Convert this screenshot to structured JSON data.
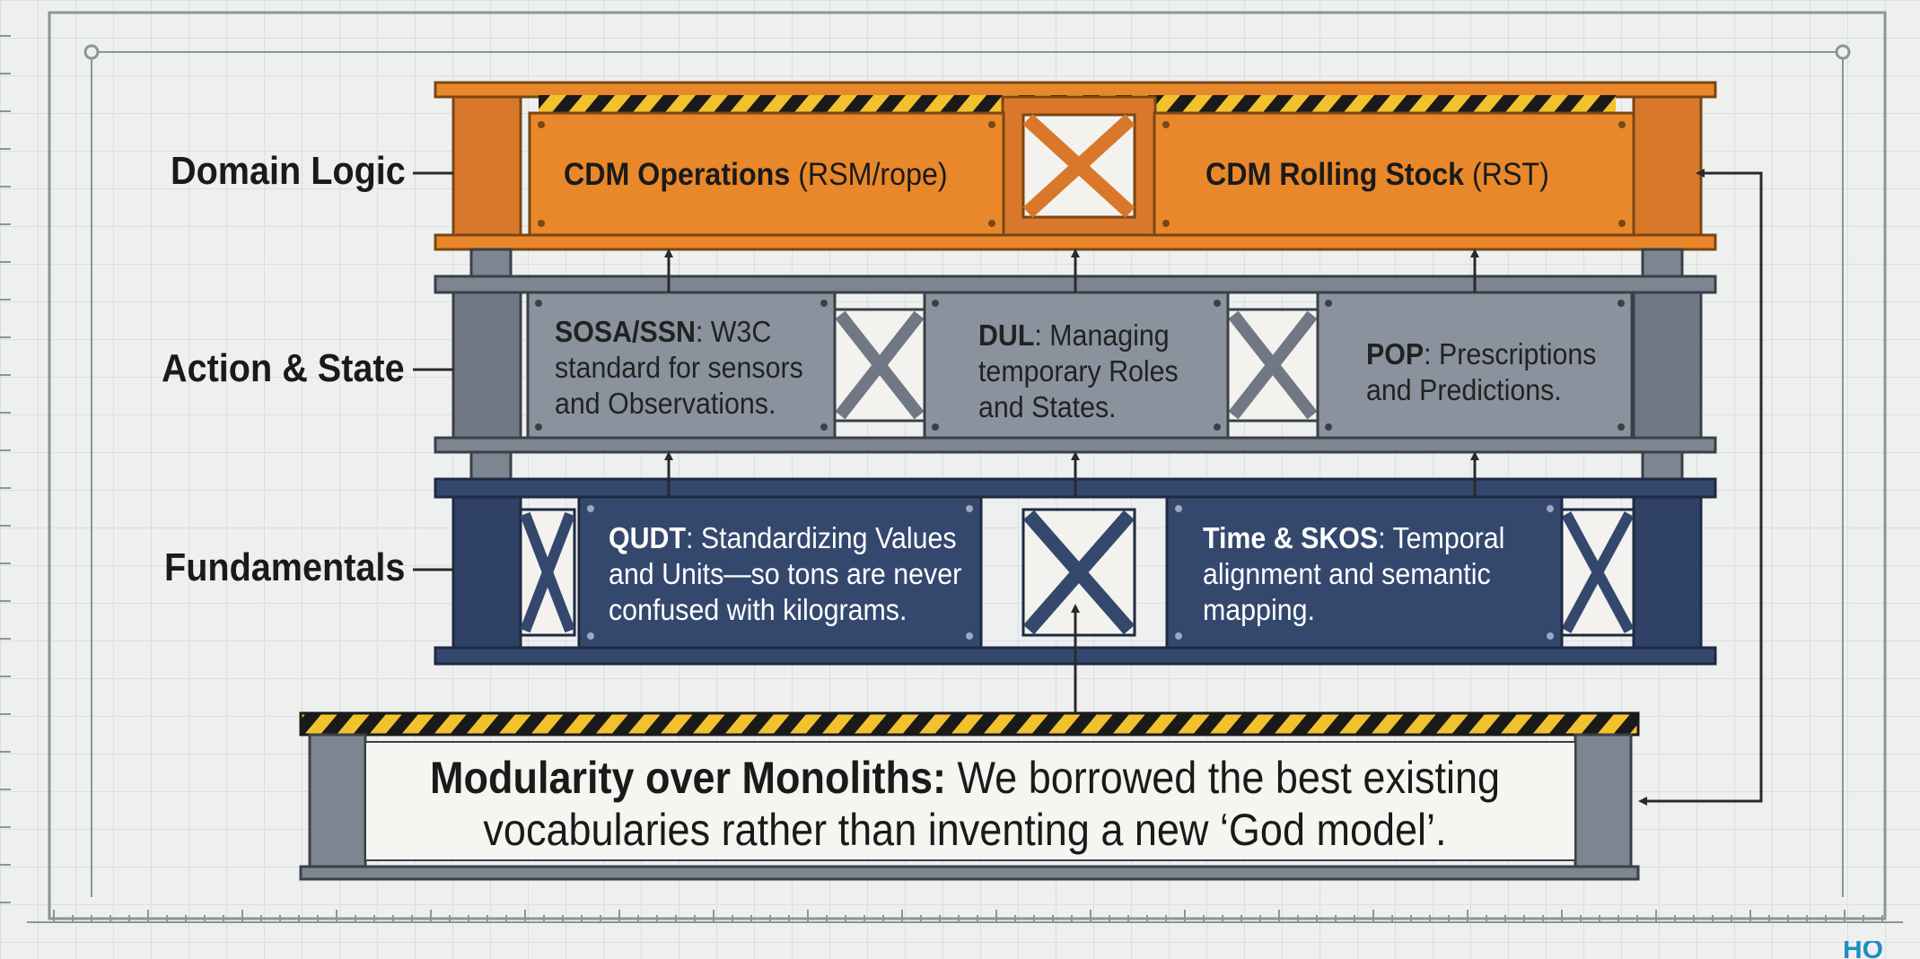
{
  "layers": {
    "domain": {
      "label": "Domain Logic",
      "panels": [
        {
          "name": "CDM Operations",
          "detail": " (RSM/rope)"
        },
        {
          "name": "CDM Rolling Stock",
          "detail": " (RST)"
        }
      ]
    },
    "action": {
      "label": "Action & State",
      "panels": [
        {
          "term": "SOSA/SSN",
          "line1": ": W3C",
          "line2": "standard for sensors",
          "line3": "and Observations."
        },
        {
          "term": "DUL",
          "line1": ": Managing",
          "line2": "temporary Roles",
          "line3": "and States."
        },
        {
          "term": "POP",
          "line1": ": Prescriptions",
          "line2": "and Predictions."
        }
      ]
    },
    "fundamentals": {
      "label": "Fundamentals",
      "panels": [
        {
          "term": "QUDT",
          "line1": ": Standardizing Values",
          "line2": "and Units—so tons are never",
          "line3": "confused with kilograms."
        },
        {
          "term": "Time & SKOS",
          "line1": ": Temporal",
          "line2": "alignment and semantic",
          "line3": "mapping."
        }
      ]
    }
  },
  "foundation": {
    "bold": "Modularity over Monoliths:",
    "line1": " We borrowed the best existing",
    "line2": "vocabularies rather than inventing a new ‘God model’."
  },
  "corner_logo": "HO",
  "colors": {
    "orange": "#e8882a",
    "steel_grey": "#7c8590",
    "steel_navy": "#34486e",
    "hazard_yellow": "#f2c12e",
    "hazard_black": "#1a1a1a",
    "arrow": "#2a2a2a"
  }
}
